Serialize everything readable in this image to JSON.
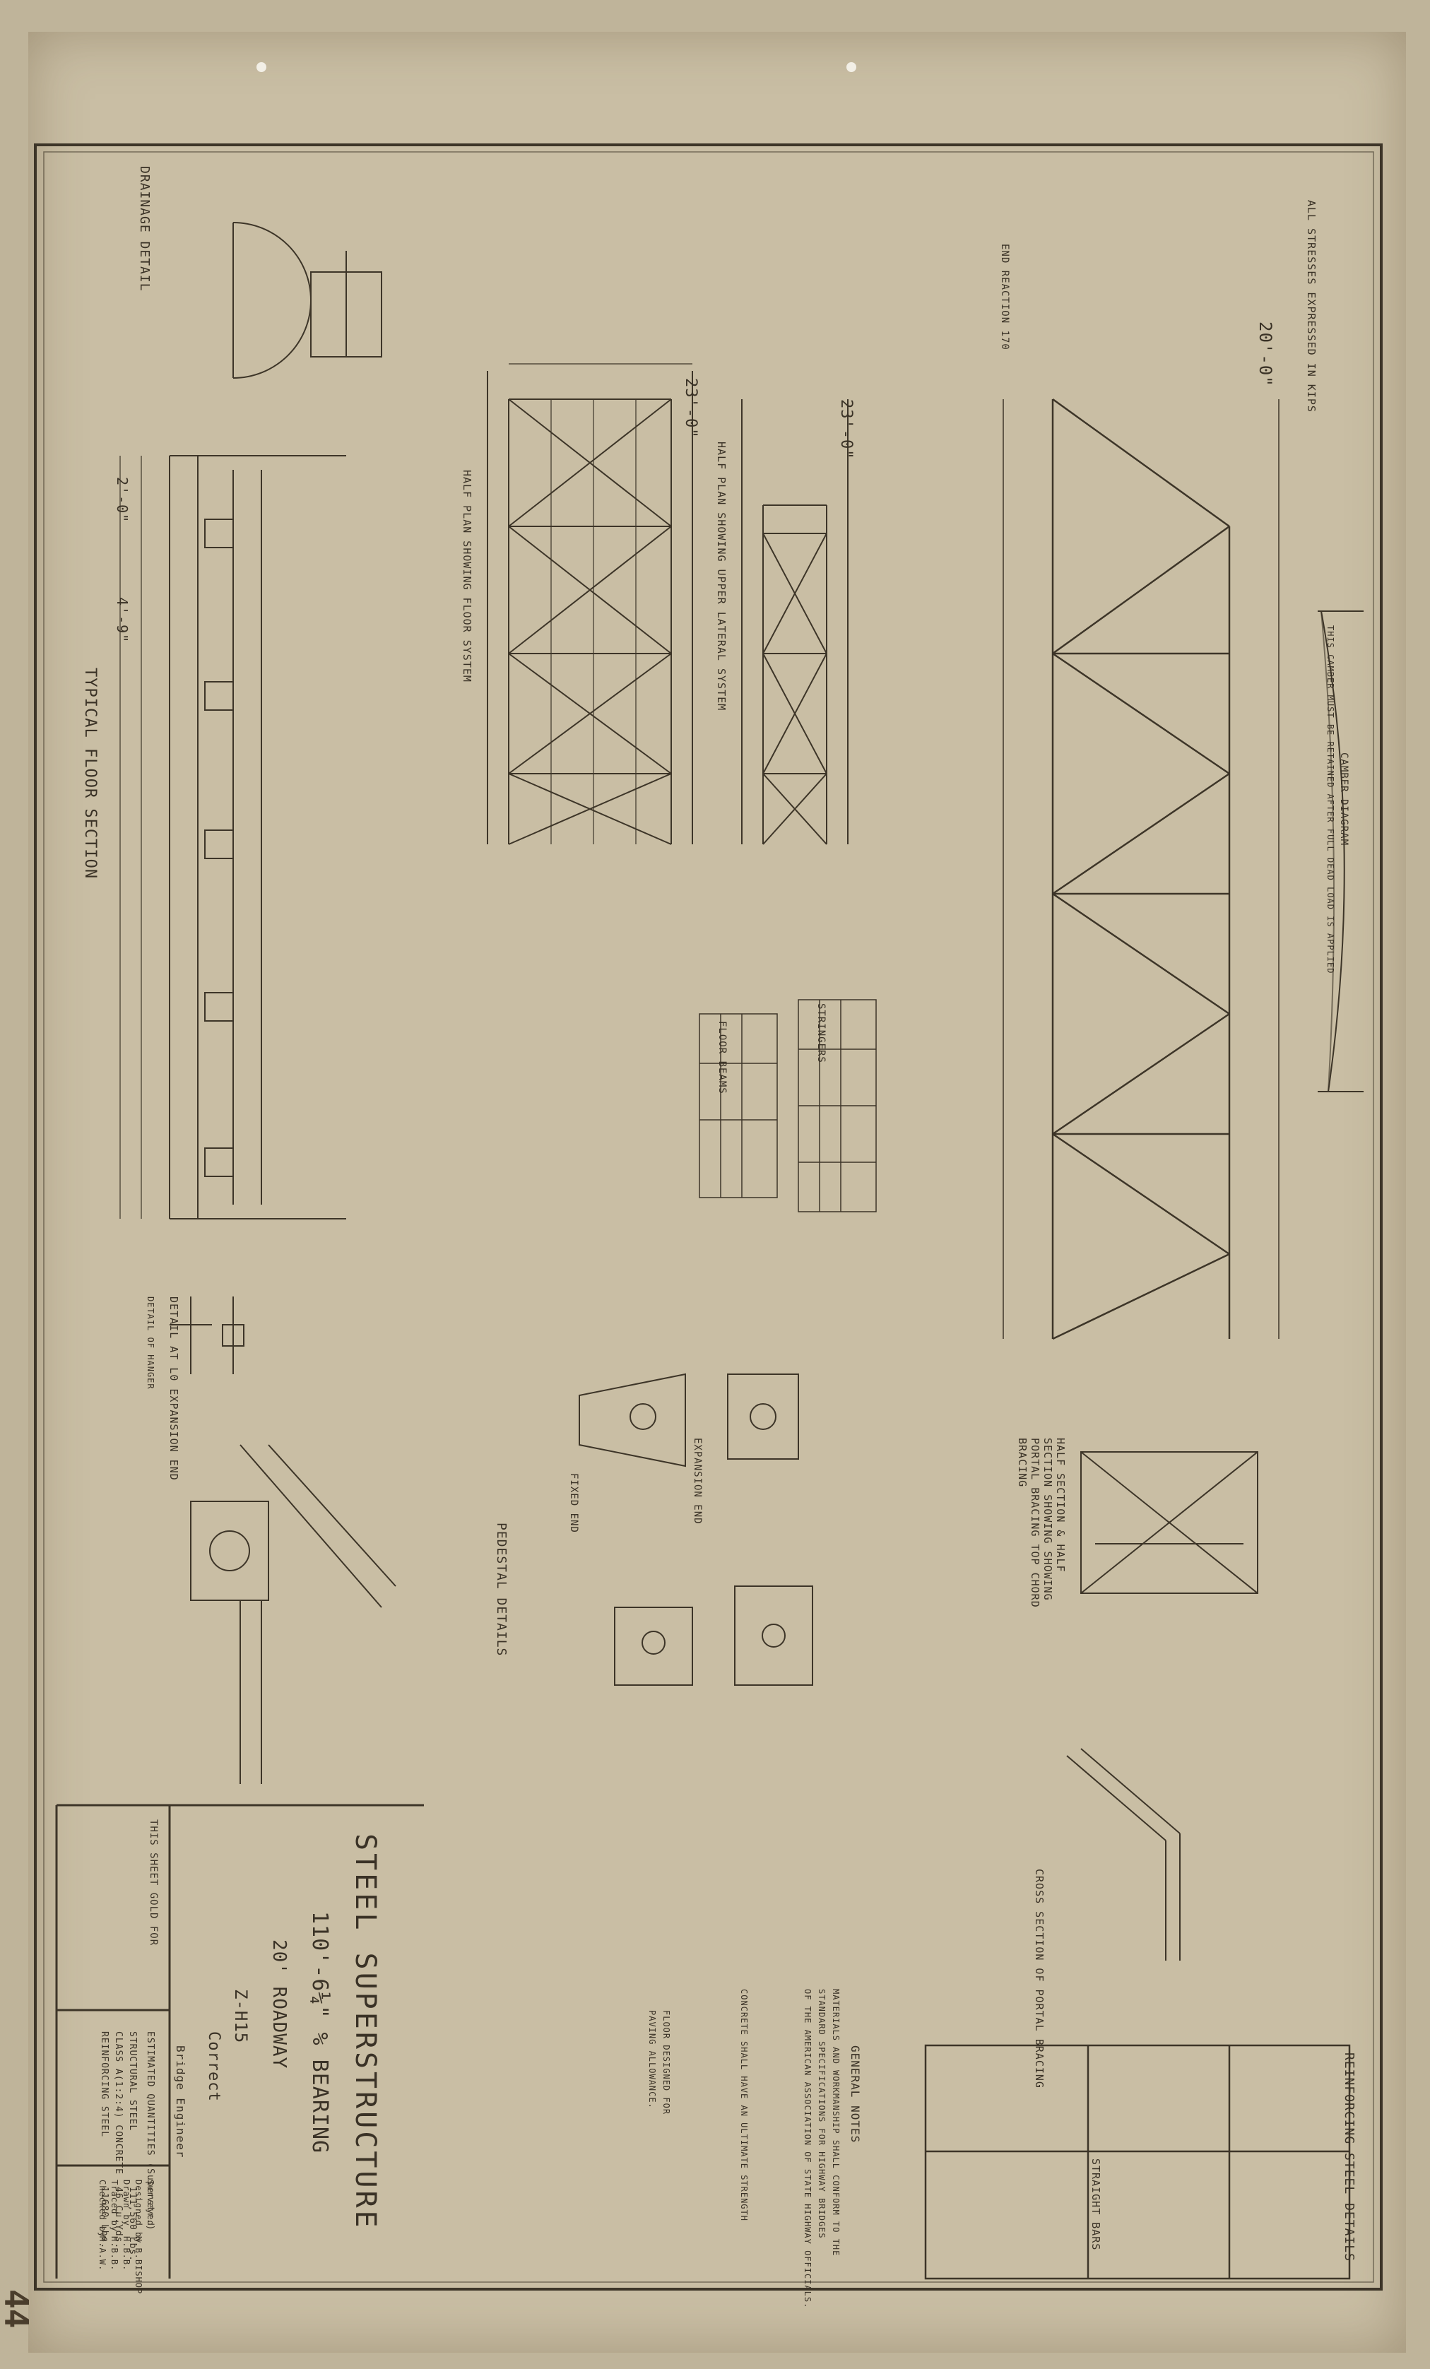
{
  "title_block": {
    "title": "STEEL SUPERSTRUCTURE",
    "span": "110'-6¼\" % BEARING",
    "roadway": "20' ROADWAY",
    "load": "Z-H15",
    "correct": "Correct",
    "engineer": "Bridge Engineer"
  },
  "quantities": {
    "header": "ESTIMATED QUANTITIES (Superstr.)",
    "rows": [
      {
        "item": "STRUCTURAL STEEL",
        "value": "111,560 Lbs."
      },
      {
        "item": "CLASS A(1:2:4) CONCRETE",
        "value": "46 Cu.Yds."
      },
      {
        "item": "REINFORCING STEEL",
        "value": "11680 Lbs."
      }
    ],
    "sheet_label": "THIS SHEET GOLD FOR"
  },
  "signatures": [
    {
      "label": "Surveyed",
      "name": ""
    },
    {
      "label": "Designed by",
      "name": "H.B.BISHOP"
    },
    {
      "label": "Drawn by",
      "name": "H.B.B."
    },
    {
      "label": "Traced by",
      "name": "H.B.B."
    },
    {
      "label": "Checked by",
      "name": "M.A.W."
    }
  ],
  "sheet_number": "44",
  "camber": {
    "title": "CAMBER DIAGRAM",
    "note": "THIS CAMBER MUST BE RETAINED AFTER FULL DEAD LOAD IS APPLIED"
  },
  "stress_diagram": {
    "title": "ALL STRESSES EXPRESSED IN KIPS",
    "panel_width": "20'-0\"",
    "end_reaction": "END REACTION 170"
  },
  "views": {
    "upper_lateral": "HALF PLAN SHOWING UPPER LATERAL SYSTEM",
    "floor_system": "HALF PLAN SHOWING FLOOR SYSTEM",
    "floor_section": "TYPICAL FLOOR SECTION",
    "drainage": "DRAINAGE DETAIL",
    "pedestal": "PEDESTAL DETAILS",
    "expansion_end": "EXPANSION END",
    "fixed_end": "FIXED END",
    "portal": "HALF SECTION & HALF SECTION SHOWING SHOWING PORTAL BRACING TOP CHORD BRACING",
    "cross_section": "CROSS SECTION OF PORTAL BRACING",
    "detail_exp": "DETAIL AT L0 EXPANSION END",
    "hanger": "DETAIL OF HANGER",
    "reinforcing": "REINFORCING STEEL DETAILS",
    "straight_bars": "STRAIGHT BARS"
  },
  "dimensions": {
    "width_23": "23'-0\"",
    "floor_total": "23'-0\"",
    "s_2_0": "2'-0\"",
    "s_4_9": "4'-9\""
  },
  "tables": {
    "stringers": "STRINGERS",
    "floor_beams": "FLOOR BEAMS"
  },
  "general_notes": {
    "title": "GENERAL NOTES",
    "lines": [
      "MATERIALS AND WORKMANSHIP SHALL CONFORM TO THE",
      "STANDARD SPECIFICATIONS FOR HIGHWAY BRIDGES",
      "OF THE AMERICAN ASSOCIATION OF STATE HIGHWAY OFFICIALS.",
      "CONCRETE SHALL HAVE AN ULTIMATE STRENGTH",
      "FLOOR DESIGNED FOR",
      "PAVING ALLOWANCE."
    ]
  },
  "colors": {
    "paper": "#c9bea4",
    "ink": "#3d3528"
  }
}
